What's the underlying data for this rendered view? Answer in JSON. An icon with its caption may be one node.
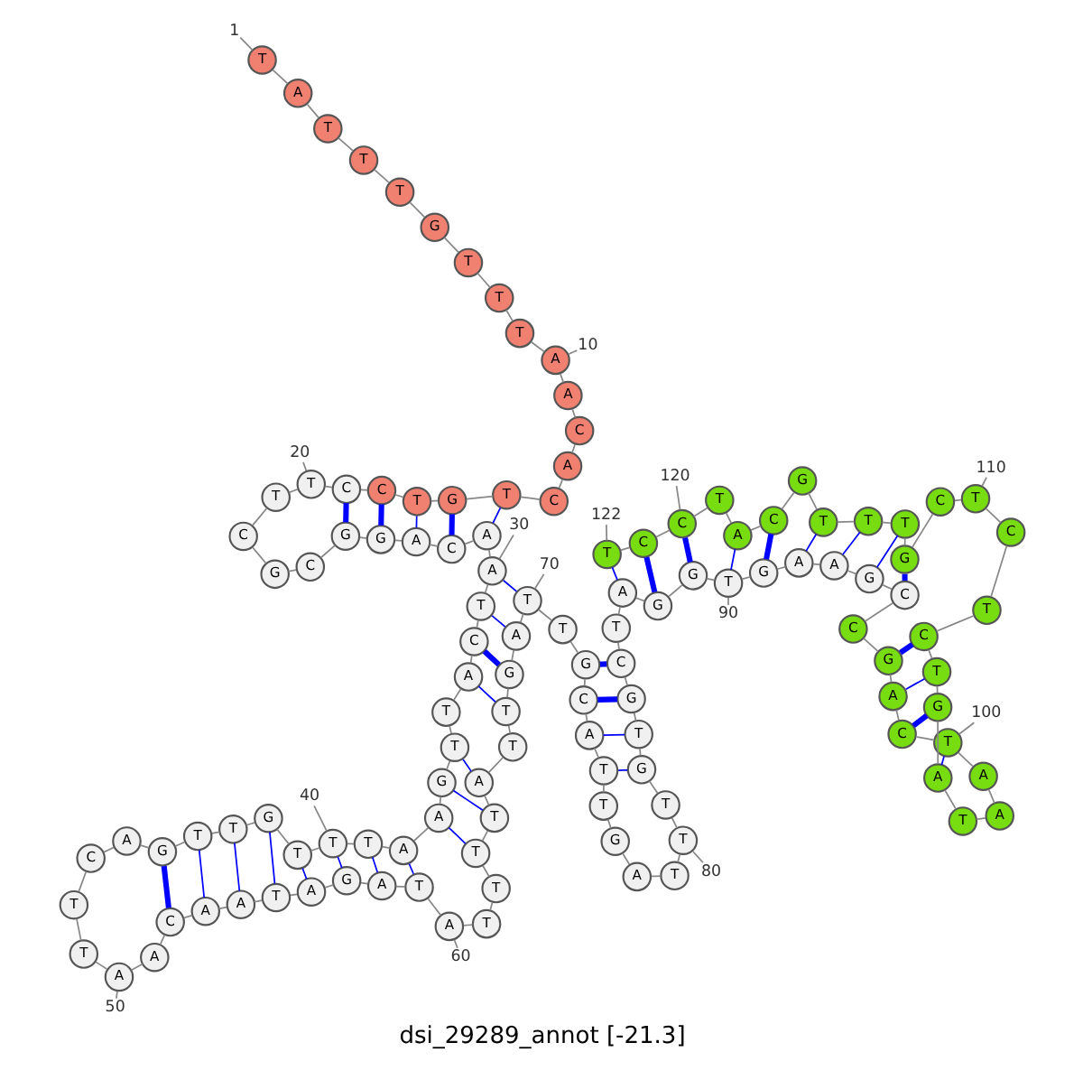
{
  "diagram": {
    "title": "dsi_29289_annot [-21.3]",
    "nodes": [
      {
        "text": [
          "T"
        ]
      },
      {
        "text": [
          "A"
        ]
      },
      {
        "text": [
          "T"
        ]
      },
      {
        "text": [
          "T"
        ]
      },
      {
        "text": [
          "T"
        ]
      },
      {
        "text": [
          "G"
        ]
      },
      {
        "text": [
          "T"
        ]
      },
      {
        "text": [
          "T"
        ]
      },
      {
        "text": [
          "T"
        ]
      },
      {
        "text": [
          "A"
        ]
      },
      {
        "text": [
          "A"
        ]
      },
      {
        "text": [
          "C"
        ]
      },
      {
        "text": [
          "A"
        ]
      },
      {
        "text": [
          "C"
        ]
      },
      {
        "text": [
          "T"
        ]
      },
      {
        "text": [
          "G"
        ]
      },
      {
        "text": [
          "T"
        ]
      },
      {
        "text": [
          "C"
        ]
      },
      {
        "text": [
          "C"
        ]
      },
      {
        "text": [
          "T"
        ]
      },
      {
        "text": [
          "T"
        ]
      },
      {
        "text": [
          "C"
        ]
      },
      {
        "text": [
          "G"
        ]
      },
      {
        "text": [
          "C"
        ]
      },
      {
        "text": [
          "G"
        ]
      },
      {
        "text": [
          "G"
        ]
      },
      {
        "text": [
          "A"
        ]
      },
      {
        "text": [
          "C"
        ]
      },
      {
        "text": [
          "A"
        ]
      },
      {
        "text": [
          "A"
        ]
      },
      {
        "text": [
          "T"
        ]
      },
      {
        "text": [
          "C"
        ]
      },
      {
        "text": [
          "A"
        ]
      },
      {
        "text": [
          "T"
        ]
      },
      {
        "text": [
          "T"
        ]
      },
      {
        "text": [
          "G"
        ]
      },
      {
        "text": [
          "A"
        ]
      },
      {
        "text": [
          "A"
        ]
      },
      {
        "text": [
          "T"
        ]
      },
      {
        "text": [
          "T"
        ]
      },
      {
        "text": [
          "T"
        ]
      },
      {
        "text": [
          "G"
        ]
      },
      {
        "text": [
          "T"
        ]
      },
      {
        "text": [
          "T"
        ]
      },
      {
        "text": [
          "G"
        ]
      },
      {
        "text": [
          "A"
        ]
      },
      {
        "text": [
          "C"
        ]
      },
      {
        "text": [
          "T"
        ]
      },
      {
        "text": [
          "T"
        ]
      },
      {
        "text": [
          "A"
        ]
      },
      {
        "text": [
          "A"
        ]
      },
      {
        "text": [
          "C"
        ]
      },
      {
        "text": [
          "A"
        ]
      },
      {
        "text": [
          "A"
        ]
      },
      {
        "text": [
          "T"
        ]
      },
      {
        "text": [
          "A"
        ]
      },
      {
        "text": [
          "G"
        ]
      },
      {
        "text": [
          "A"
        ]
      },
      {
        "text": [
          "T"
        ]
      },
      {
        "text": [
          "A"
        ]
      },
      {
        "text": [
          "T"
        ]
      },
      {
        "text": [
          "T"
        ]
      },
      {
        "text": [
          "T"
        ]
      },
      {
        "text": [
          "T"
        ]
      },
      {
        "text": [
          "A"
        ]
      },
      {
        "text": [
          "T"
        ]
      },
      {
        "text": [
          "T"
        ]
      },
      {
        "text": [
          "G"
        ]
      },
      {
        "text": [
          "A"
        ]
      },
      {
        "text": [
          "T"
        ]
      },
      {
        "text": [
          "T"
        ]
      },
      {
        "text": [
          "G"
        ]
      },
      {
        "text": [
          "C"
        ]
      },
      {
        "text": [
          "A"
        ]
      },
      {
        "text": [
          "T"
        ]
      },
      {
        "text": [
          "T"
        ]
      },
      {
        "text": [
          "G"
        ]
      },
      {
        "text": [
          "A"
        ]
      },
      {
        "text": [
          "T"
        ]
      },
      {
        "text": [
          "T"
        ]
      },
      {
        "text": [
          "T"
        ]
      },
      {
        "text": [
          "G"
        ]
      },
      {
        "text": [
          "T"
        ]
      },
      {
        "text": [
          "G"
        ]
      },
      {
        "text": [
          "C"
        ]
      },
      {
        "text": [
          "T"
        ]
      },
      {
        "text": [
          "A"
        ]
      },
      {
        "text": [
          "G"
        ]
      },
      {
        "text": [
          "G"
        ]
      },
      {
        "text": [
          "T"
        ]
      },
      {
        "text": [
          "G"
        ]
      },
      {
        "text": [
          "A"
        ]
      },
      {
        "text": [
          "A"
        ]
      },
      {
        "text": [
          "G"
        ]
      },
      {
        "text": [
          "C"
        ]
      },
      {
        "text": [
          "C"
        ]
      },
      {
        "text": [
          "G"
        ]
      },
      {
        "text": [
          "A"
        ]
      },
      {
        "text": [
          "C"
        ]
      },
      {
        "text": [
          "T"
        ]
      },
      {
        "text": [
          "A"
        ]
      },
      {
        "text": [
          "A"
        ]
      },
      {
        "text": [
          "T"
        ]
      },
      {
        "text": [
          "A"
        ]
      },
      {
        "text": [
          "G"
        ]
      },
      {
        "text": [
          "T"
        ]
      },
      {
        "text": [
          "C"
        ]
      },
      {
        "text": [
          "T"
        ]
      },
      {
        "text": [
          "C"
        ]
      },
      {
        "text": [
          "T"
        ]
      },
      {
        "text": [
          "C"
        ]
      },
      {
        "text": [
          "G"
        ]
      },
      {
        "text": [
          "T"
        ]
      },
      {
        "text": [
          "T"
        ]
      },
      {
        "text": [
          "T"
        ]
      },
      {
        "text": [
          "G"
        ]
      },
      {
        "text": [
          "C"
        ]
      },
      {
        "text": [
          "A"
        ]
      },
      {
        "text": [
          "T"
        ]
      },
      {
        "text": [
          "C"
        ]
      },
      {
        "text": [
          "C"
        ]
      },
      {
        "text": [
          "T"
        ]
      },
      {
        "text": [
          "50"
        ]
      },
      {
        "text": [
          "60"
        ]
      },
      {
        "text": [
          "40"
        ]
      },
      {
        "text": [
          "80"
        ]
      },
      {
        "text": [
          "70"
        ]
      },
      {
        "text": [
          "30"
        ]
      },
      {
        "text": [
          "122"
        ]
      },
      {
        "text": [
          "90"
        ]
      },
      {
        "text": [
          "120"
        ]
      },
      {
        "text": [
          "1"
        ]
      },
      {
        "text": [
          "20"
        ]
      },
      {
        "text": [
          "100"
        ]
      },
      {
        "text": [
          "10"
        ]
      },
      {
        "text": [
          "110"
        ]
      }
    ],
    "edges": [
      {
        "from": 0,
        "to": 1,
        "arrow": "none"
      },
      {
        "from": 1,
        "to": 2,
        "arrow": "none"
      },
      {
        "from": 2,
        "to": 3,
        "arrow": "none"
      },
      {
        "from": 3,
        "to": 4,
        "arrow": "none"
      },
      {
        "from": 4,
        "to": 5,
        "arrow": "none"
      },
      {
        "from": 5,
        "to": 6,
        "arrow": "none"
      },
      {
        "from": 6,
        "to": 7,
        "arrow": "none"
      },
      {
        "from": 7,
        "to": 8,
        "arrow": "none"
      },
      {
        "from": 8,
        "to": 9,
        "arrow": "none"
      },
      {
        "from": 9,
        "to": 10,
        "arrow": "none"
      },
      {
        "from": 10,
        "to": 11,
        "arrow": "none"
      },
      {
        "from": 11,
        "to": 12,
        "arrow": "none"
      },
      {
        "from": 12,
        "to": 13,
        "arrow": "none"
      },
      {
        "from": 13,
        "to": 14,
        "arrow": "none"
      },
      {
        "from": 14,
        "to": 15,
        "arrow": "none"
      },
      {
        "from": 15,
        "to": 16,
        "arrow": "none"
      },
      {
        "from": 16,
        "to": 17,
        "arrow": "none"
      },
      {
        "from": 17,
        "to": 18,
        "arrow": "none"
      },
      {
        "from": 18,
        "to": 19,
        "arrow": "none"
      },
      {
        "from": 19,
        "to": 20,
        "arrow": "none"
      },
      {
        "from": 20,
        "to": 21,
        "arrow": "none"
      },
      {
        "from": 21,
        "to": 22,
        "arrow": "none"
      },
      {
        "from": 22,
        "to": 23,
        "arrow": "none"
      },
      {
        "from": 23,
        "to": 24,
        "arrow": "none"
      },
      {
        "from": 24,
        "to": 25,
        "arrow": "none"
      },
      {
        "from": 25,
        "to": 26,
        "arrow": "none"
      },
      {
        "from": 26,
        "to": 27,
        "arrow": "none"
      },
      {
        "from": 27,
        "to": 28,
        "arrow": "none"
      },
      {
        "from": 28,
        "to": 29,
        "arrow": "none"
      },
      {
        "from": 29,
        "to": 30,
        "arrow": "none"
      },
      {
        "from": 30,
        "to": 31,
        "arrow": "none"
      },
      {
        "from": 31,
        "to": 32,
        "arrow": "none"
      },
      {
        "from": 32,
        "to": 33,
        "arrow": "none"
      },
      {
        "from": 33,
        "to": 34,
        "arrow": "none"
      },
      {
        "from": 34,
        "to": 35,
        "arrow": "none"
      },
      {
        "from": 35,
        "to": 36,
        "arrow": "none"
      },
      {
        "from": 36,
        "to": 37,
        "arrow": "none"
      },
      {
        "from": 37,
        "to": 38,
        "arrow": "none"
      },
      {
        "from": 38,
        "to": 39,
        "arrow": "none"
      },
      {
        "from": 39,
        "to": 40,
        "arrow": "none"
      },
      {
        "from": 40,
        "to": 41,
        "arrow": "none"
      },
      {
        "from": 41,
        "to": 42,
        "arrow": "none"
      },
      {
        "from": 42,
        "to": 43,
        "arrow": "none"
      },
      {
        "from": 43,
        "to": 44,
        "arrow": "none"
      },
      {
        "from": 44,
        "to": 45,
        "arrow": "none"
      },
      {
        "from": 45,
        "to": 46,
        "arrow": "none"
      },
      {
        "from": 46,
        "to": 47,
        "arrow": "none"
      },
      {
        "from": 47,
        "to": 48,
        "arrow": "none"
      },
      {
        "from": 48,
        "to": 49,
        "arrow": "none"
      },
      {
        "from": 49,
        "to": 50,
        "arrow": "none"
      },
      {
        "from": 50,
        "to": 51,
        "arrow": "none"
      },
      {
        "from": 51,
        "to": 52,
        "arrow": "none"
      },
      {
        "from": 52,
        "to": 53,
        "arrow": "none"
      },
      {
        "from": 53,
        "to": 54,
        "arrow": "none"
      },
      {
        "from": 54,
        "to": 55,
        "arrow": "none"
      },
      {
        "from": 55,
        "to": 56,
        "arrow": "none"
      },
      {
        "from": 56,
        "to": 57,
        "arrow": "none"
      },
      {
        "from": 57,
        "to": 58,
        "arrow": "none"
      },
      {
        "from": 58,
        "to": 59,
        "arrow": "none"
      },
      {
        "from": 59,
        "to": 60,
        "arrow": "none"
      },
      {
        "from": 60,
        "to": 61,
        "arrow": "none"
      },
      {
        "from": 61,
        "to": 62,
        "arrow": "none"
      },
      {
        "from": 62,
        "to": 63,
        "arrow": "none"
      },
      {
        "from": 63,
        "to": 64,
        "arrow": "none"
      },
      {
        "from": 64,
        "to": 65,
        "arrow": "none"
      },
      {
        "from": 65,
        "to": 66,
        "arrow": "none"
      },
      {
        "from": 66,
        "to": 67,
        "arrow": "none"
      },
      {
        "from": 67,
        "to": 68,
        "arrow": "none"
      },
      {
        "from": 68,
        "to": 69,
        "arrow": "none"
      },
      {
        "from": 69,
        "to": 70,
        "arrow": "none"
      },
      {
        "from": 70,
        "to": 71,
        "arrow": "none"
      },
      {
        "from": 71,
        "to": 72,
        "arrow": "none"
      },
      {
        "from": 72,
        "to": 73,
        "arrow": "none"
      },
      {
        "from": 73,
        "to": 74,
        "arrow": "none"
      },
      {
        "from": 74,
        "to": 75,
        "arrow": "none"
      },
      {
        "from": 75,
        "to": 76,
        "arrow": "none"
      },
      {
        "from": 76,
        "to": 77,
        "arrow": "none"
      },
      {
        "from": 77,
        "to": 78,
        "arrow": "none"
      },
      {
        "from": 78,
        "to": 79,
        "arrow": "none"
      },
      {
        "from": 79,
        "to": 80,
        "arrow": "none"
      },
      {
        "from": 80,
        "to": 81,
        "arrow": "none"
      },
      {
        "from": 81,
        "to": 82,
        "arrow": "none"
      },
      {
        "from": 82,
        "to": 83,
        "arrow": "none"
      },
      {
        "from": 83,
        "to": 84,
        "arrow": "none"
      },
      {
        "from": 84,
        "to": 85,
        "arrow": "none"
      },
      {
        "from": 85,
        "to": 86,
        "arrow": "none"
      },
      {
        "from": 86,
        "to": 87,
        "arrow": "none"
      },
      {
        "from": 87,
        "to": 88,
        "arrow": "none"
      },
      {
        "from": 88,
        "to": 89,
        "arrow": "none"
      },
      {
        "from": 89,
        "to": 90,
        "arrow": "none"
      },
      {
        "from": 90,
        "to": 91,
        "arrow": "none"
      },
      {
        "from": 91,
        "to": 92,
        "arrow": "none"
      },
      {
        "from": 92,
        "to": 93,
        "arrow": "none"
      },
      {
        "from": 93,
        "to": 94,
        "arrow": "none"
      },
      {
        "from": 94,
        "to": 95,
        "arrow": "none"
      },
      {
        "from": 95,
        "to": 96,
        "arrow": "none"
      },
      {
        "from": 96,
        "to": 97,
        "arrow": "none"
      },
      {
        "from": 97,
        "to": 98,
        "arrow": "none"
      },
      {
        "from": 98,
        "to": 99,
        "arrow": "none"
      },
      {
        "from": 99,
        "to": 100,
        "arrow": "none"
      },
      {
        "from": 100,
        "to": 101,
        "arrow": "none"
      },
      {
        "from": 101,
        "to": 102,
        "arrow": "none"
      },
      {
        "from": 102,
        "to": 103,
        "arrow": "none"
      },
      {
        "from": 103,
        "to": 104,
        "arrow": "none"
      },
      {
        "from": 104,
        "to": 105,
        "arrow": "none"
      },
      {
        "from": 105,
        "to": 106,
        "arrow": "none"
      },
      {
        "from": 106,
        "to": 107,
        "arrow": "none"
      },
      {
        "from": 107,
        "to": 108,
        "arrow": "none"
      },
      {
        "from": 108,
        "to": 109,
        "arrow": "none"
      },
      {
        "from": 109,
        "to": 110,
        "arrow": "none"
      },
      {
        "from": 110,
        "to": 111,
        "arrow": "none"
      },
      {
        "from": 111,
        "to": 112,
        "arrow": "none"
      },
      {
        "from": 112,
        "to": 113,
        "arrow": "none"
      },
      {
        "from": 113,
        "to": 114,
        "arrow": "none"
      },
      {
        "from": 114,
        "to": 115,
        "arrow": "none"
      },
      {
        "from": 115,
        "to": 116,
        "arrow": "none"
      },
      {
        "from": 116,
        "to": 117,
        "arrow": "none"
      },
      {
        "from": 117,
        "to": 118,
        "arrow": "none"
      },
      {
        "from": 118,
        "to": 119,
        "arrow": "none"
      },
      {
        "from": 119,
        "to": 120,
        "arrow": "none"
      },
      {
        "from": 120,
        "to": 121,
        "arrow": "none"
      },
      {
        "from": 14,
        "to": 28,
        "arrow": "none",
        "color": "#0000ff"
      },
      {
        "from": 15,
        "to": 27,
        "arrow": "none",
        "color": "#0000ff",
        "style": "thick"
      },
      {
        "from": 16,
        "to": 26,
        "arrow": "none",
        "color": "#0000ff"
      },
      {
        "from": 17,
        "to": 25,
        "arrow": "none",
        "color": "#0000ff",
        "style": "thick"
      },
      {
        "from": 18,
        "to": 24,
        "arrow": "none",
        "color": "#0000ff",
        "style": "thick"
      },
      {
        "from": 29,
        "to": 69,
        "arrow": "none",
        "color": "#0000ff"
      },
      {
        "from": 30,
        "to": 68,
        "arrow": "none",
        "color": "#0000ff"
      },
      {
        "from": 31,
        "to": 67,
        "arrow": "none",
        "color": "#0000ff",
        "style": "thick"
      },
      {
        "from": 32,
        "to": 66,
        "arrow": "none",
        "color": "#0000ff"
      },
      {
        "from": 34,
        "to": 64,
        "arrow": "none",
        "color": "#0000ff"
      },
      {
        "from": 35,
        "to": 63,
        "arrow": "none",
        "color": "#0000ff"
      },
      {
        "from": 36,
        "to": 62,
        "arrow": "none",
        "color": "#0000ff"
      },
      {
        "from": 37,
        "to": 58,
        "arrow": "none",
        "color": "#0000ff"
      },
      {
        "from": 38,
        "to": 57,
        "arrow": "none",
        "color": "#0000ff"
      },
      {
        "from": 39,
        "to": 56,
        "arrow": "none",
        "color": "#0000ff"
      },
      {
        "from": 40,
        "to": 55,
        "arrow": "none",
        "color": "#0000ff"
      },
      {
        "from": 41,
        "to": 54,
        "arrow": "none",
        "color": "#0000ff"
      },
      {
        "from": 42,
        "to": 53,
        "arrow": "none",
        "color": "#0000ff"
      },
      {
        "from": 43,
        "to": 52,
        "arrow": "none",
        "color": "#0000ff"
      },
      {
        "from": 44,
        "to": 51,
        "arrow": "none",
        "color": "#0000ff",
        "style": "thick"
      },
      {
        "from": 71,
        "to": 84,
        "arrow": "none",
        "color": "#0000ff",
        "style": "thick"
      },
      {
        "from": 72,
        "to": 83,
        "arrow": "none",
        "color": "#0000ff",
        "style": "thick"
      },
      {
        "from": 73,
        "to": 82,
        "arrow": "none",
        "color": "#0000ff"
      },
      {
        "from": 74,
        "to": 81,
        "arrow": "none",
        "color": "#0000ff"
      },
      {
        "from": 86,
        "to": 121,
        "arrow": "none",
        "color": "#0000ff"
      },
      {
        "from": 87,
        "to": 120,
        "arrow": "none",
        "color": "#0000ff",
        "style": "thick"
      },
      {
        "from": 88,
        "to": 119,
        "arrow": "none",
        "color": "#0000ff",
        "style": "thick"
      },
      {
        "from": 89,
        "to": 117,
        "arrow": "none",
        "color": "#0000ff"
      },
      {
        "from": 90,
        "to": 116,
        "arrow": "none",
        "color": "#0000ff",
        "style": "thick"
      },
      {
        "from": 91,
        "to": 114,
        "arrow": "none",
        "color": "#0000ff"
      },
      {
        "from": 92,
        "to": 113,
        "arrow": "none",
        "color": "#0000ff"
      },
      {
        "from": 93,
        "to": 112,
        "arrow": "none",
        "color": "#0000ff"
      },
      {
        "from": 94,
        "to": 111,
        "arrow": "none",
        "color": "#0000ff",
        "style": "thick"
      },
      {
        "from": 96,
        "to": 106,
        "arrow": "none",
        "color": "#0000ff",
        "style": "thick"
      },
      {
        "from": 97,
        "to": 105,
        "arrow": "none",
        "color": "#0000ff"
      },
      {
        "from": 98,
        "to": 104,
        "arrow": "none",
        "color": "#0000ff",
        "style": "thick"
      },
      {
        "from": 99,
        "to": 103,
        "arrow": "none",
        "color": "#0000ff"
      },
      {
        "from": 122,
        "to": 49,
        "arrow": "none"
      },
      {
        "from": 123,
        "to": 59,
        "arrow": "none"
      },
      {
        "from": 124,
        "to": 39,
        "arrow": "none"
      },
      {
        "from": 125,
        "to": 79,
        "arrow": "none"
      },
      {
        "from": 126,
        "to": 69,
        "arrow": "none"
      },
      {
        "from": 127,
        "to": 29,
        "arrow": "none"
      },
      {
        "from": 128,
        "to": 121,
        "arrow": "none"
      },
      {
        "from": 129,
        "to": 89,
        "arrow": "none"
      },
      {
        "from": 130,
        "to": 119,
        "arrow": "none"
      },
      {
        "from": 131,
        "to": 0,
        "arrow": "none"
      },
      {
        "from": 132,
        "to": 19,
        "arrow": "none"
      },
      {
        "from": 133,
        "to": 99,
        "arrow": "none"
      },
      {
        "from": 134,
        "to": 9,
        "arrow": "none"
      },
      {
        "from": 135,
        "to": 109,
        "arrow": "none"
      }
    ]
  }
}
